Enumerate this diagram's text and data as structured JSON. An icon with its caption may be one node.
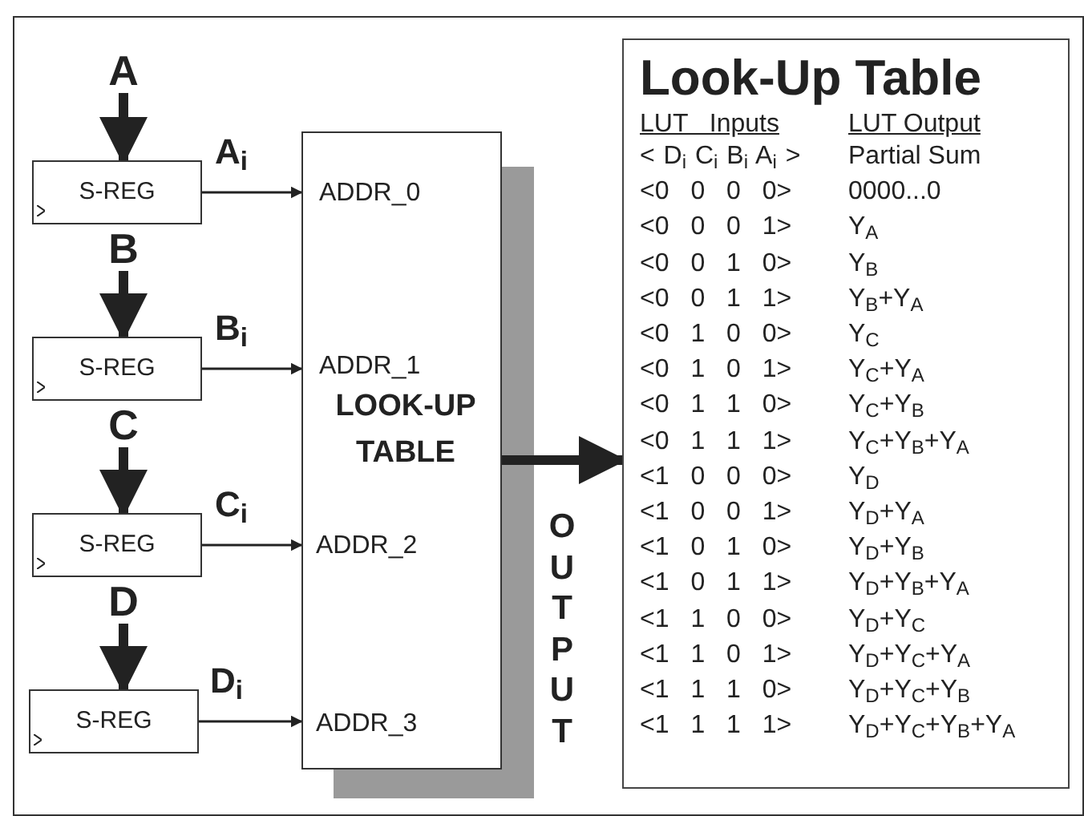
{
  "diagram": {
    "nodes": [
      {
        "text": [
          "A"
        ]
      },
      {
        "text": [
          "S-REG"
        ]
      },
      {
        "text": [
          "B"
        ]
      },
      {
        "text": [
          "S-REG"
        ]
      },
      {
        "text": [
          "C"
        ]
      },
      {
        "text": [
          "S-REG"
        ]
      },
      {
        "text": [
          "D"
        ]
      },
      {
        "text": [
          "S-REG"
        ]
      },
      {
        "text": [
          "ADDR_0",
          "ADDR_1",
          "LOOK-UP TABLE",
          "ADDR_2",
          "ADDR_3"
        ]
      },
      {
        "text": [
          "Look-Up Table"
        ]
      }
    ],
    "edges": [
      {
        "from": 0,
        "to": 1,
        "arrow": "to"
      },
      {
        "from": 2,
        "to": 3,
        "arrow": "to"
      },
      {
        "from": 4,
        "to": 5,
        "arrow": "to"
      },
      {
        "from": 6,
        "to": 7,
        "arrow": "to"
      },
      {
        "from": 1,
        "to": 8,
        "arrow": "to",
        "label": "A$_{i}$"
      },
      {
        "from": 3,
        "to": 8,
        "arrow": "to",
        "label": "B$_{i}$"
      },
      {
        "from": 5,
        "to": 8,
        "arrow": "to",
        "label": "C$_{i}$"
      },
      {
        "from": 7,
        "to": 8,
        "arrow": "to",
        "label": "D$_{i}$"
      },
      {
        "from": 8,
        "to": 9,
        "arrow": "to",
        "label": "OUTPUT"
      }
    ],
    "labels": [
      "LUT Inputs",
      "LUT Output",
      "< D$_{i}$ C$_{i}$ B$_{i}$ A$_{i}$ >",
      "Partial Sum",
      "<0 0 0 0>",
      "0000...0",
      "<0 0 0 1>",
      "Y$_{A}$",
      "<0 0 1 0>",
      "Y$_{B}$",
      "<0 0 1 1>",
      "Y$_{B}$+Y$_{A}$",
      "<0 1 0 0>",
      "Y$_{C}$",
      "<0 1 0 1>",
      "Y$_{C}$+Y$_{A}$",
      "<0 1 1 0>",
      "Y$_{C}$+Y$_{B}$",
      "<0 1 1 1>",
      "Y$_{C}$+Y$_{B}$+Y$_{A}$",
      "<1 0 0 0>",
      "Y$_{D}$",
      "<1 0 0 1>",
      "Y$_{D}$+Y$_{A}$",
      "<1 0 1 0>",
      "Y$_{D}$+Y$_{B}$",
      "<1 0 1 1>",
      "Y$_{D}$+Y$_{B}$+Y$_{A}$",
      "<1 1 0 0>",
      "Y$_{D}$+Y$_{C}$",
      "<1 1 0 1>",
      "Y$_{D}$+Y$_{C}$+Y$_{A}$",
      "<1 1 1 0>",
      "Y$_{D}$+Y$_{C}$+Y$_{B}$",
      "<1 1 1 1>",
      "Y$_{D}$+Y$_{C}$+Y$_{B}$+Y$_{A}$"
    ]
  }
}
